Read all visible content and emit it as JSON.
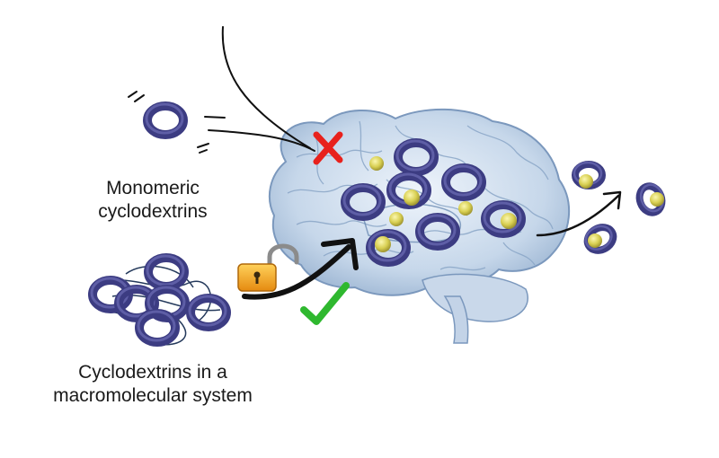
{
  "labels": {
    "monomeric": [
      "Monomeric",
      "cyclodextrins"
    ],
    "macromolecular": [
      "Cyclodextrins in a",
      "macromolecular system"
    ]
  },
  "symbols": {
    "blocked": "cross-mark-icon",
    "allowed": "check-mark-icon",
    "unlock": "padlock-open-icon"
  },
  "colors": {
    "ring": "#4a4a8c",
    "ring_light": "#7a7ac0",
    "guest": "#d9d25a",
    "brain": "#b9cde3",
    "brain_edge": "#6f8fb4",
    "cross": "#e8211c",
    "check": "#2fb82f",
    "padlock": "#f0a21c"
  }
}
